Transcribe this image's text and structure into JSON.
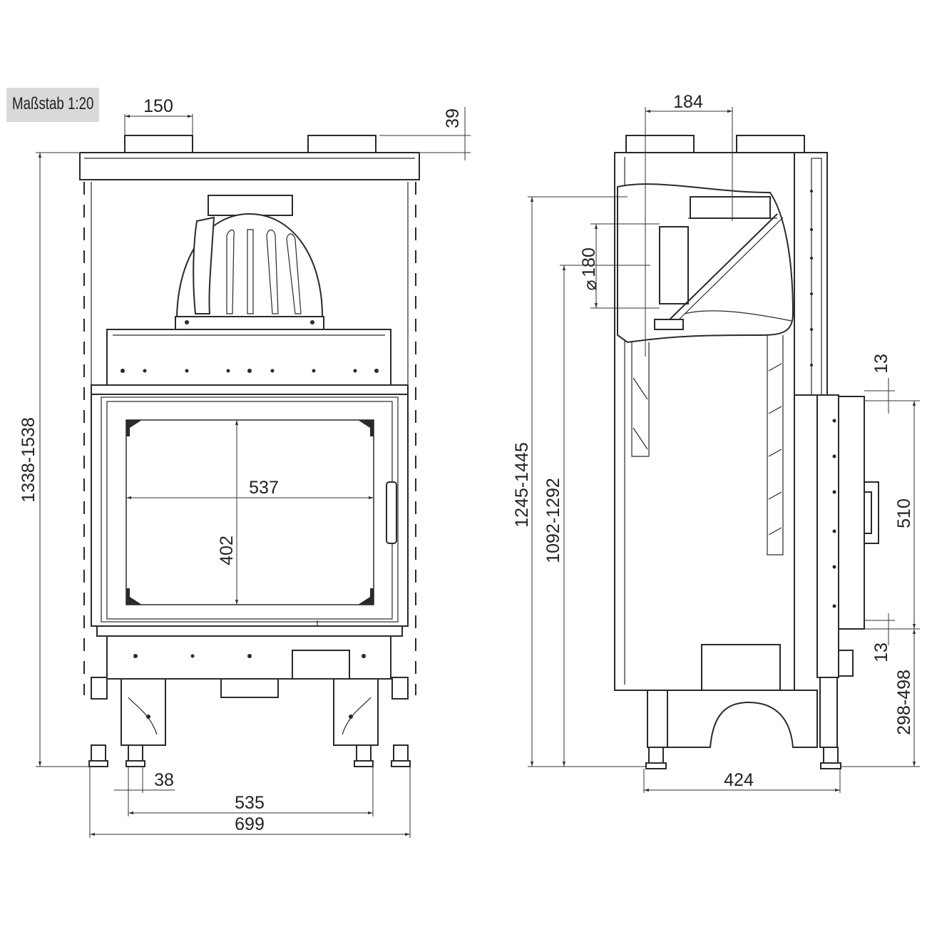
{
  "scale_label": "Maßstab 1:20",
  "front_view": {
    "dim_flue_width": "150",
    "dim_top_offset": "39",
    "dim_total_height": "1338-1538",
    "dim_glass_width": "537",
    "dim_glass_height": "402",
    "dim_foot_width": "38",
    "dim_foot_spacing": "535",
    "dim_total_width": "699"
  },
  "side_view": {
    "dim_flue_width": "184",
    "dim_flue_diameter": "180",
    "dim_height_outlet": "1245-1445",
    "dim_height_axis": "1092-1292",
    "dim_door_gap_top": "13",
    "dim_door_height": "510",
    "dim_door_gap_bottom": "13",
    "dim_base_height": "298-498",
    "dim_depth": "424"
  }
}
